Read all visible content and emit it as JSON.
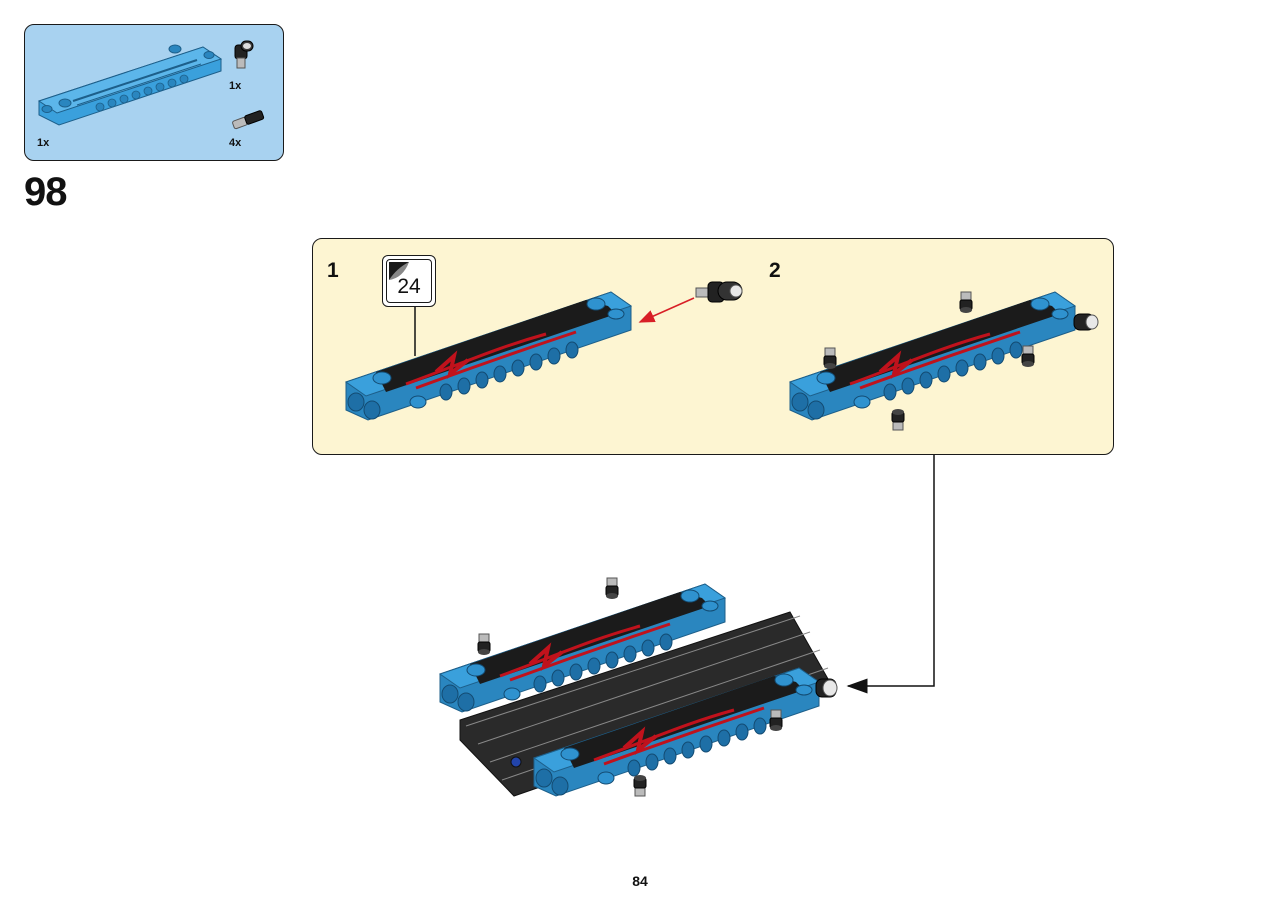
{
  "parts_list": {
    "items": [
      {
        "name": "panel-piece",
        "quantity": "1x"
      },
      {
        "name": "axle-connector-black",
        "quantity": "1x"
      },
      {
        "name": "pin-black-gray",
        "quantity": "4x"
      }
    ]
  },
  "step": {
    "number": "98"
  },
  "substeps": [
    {
      "number": "1",
      "rotation_callout": "24"
    },
    {
      "number": "2"
    }
  ],
  "colors": {
    "parts_box_bg": "#a8d2f0",
    "substep_box_bg": "#fdf5d2",
    "piece_blue": "#3aa0dc",
    "arrow_red": "#d81f26",
    "stripe_black": "#1b1b1b",
    "stripe_red": "#c0121c"
  },
  "page": {
    "number": "84"
  }
}
